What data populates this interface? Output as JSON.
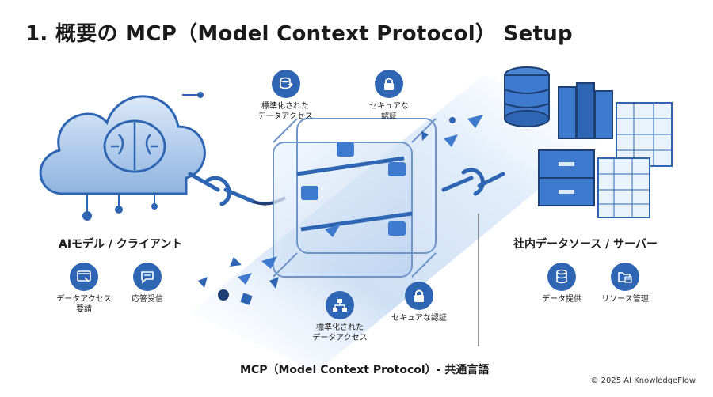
{
  "title": "1. 概要の MCP（Model Context Protocol） Setup",
  "left_section": {
    "heading": "AIモデル / クライアント",
    "items": [
      {
        "icon": "browser-request-icon",
        "label_line1": "データアクセス",
        "label_line2": "要請"
      },
      {
        "icon": "chat-response-icon",
        "label_line1": "応答受信",
        "label_line2": ""
      }
    ]
  },
  "top_features": [
    {
      "icon": "database-sync-icon",
      "label_line1": "標準化された",
      "label_line2": "データアクセス"
    },
    {
      "icon": "lock-icon",
      "label_line1": "セキュアな",
      "label_line2": "認証"
    }
  ],
  "bottom_features": [
    {
      "icon": "hierarchy-icon",
      "label_line1": "標準化された",
      "label_line2": "データアクセス"
    },
    {
      "icon": "lock-icon",
      "label_line1": "セキュアな認証",
      "label_line2": ""
    }
  ],
  "right_section": {
    "heading": "社内データソース / サーバー",
    "items": [
      {
        "icon": "database-icon",
        "label": "データ提供"
      },
      {
        "icon": "folder-table-icon",
        "label": "リソース管理"
      }
    ]
  },
  "footer": "MCP（Model Context Protocol）- 共通言語",
  "copyright": "© 2025 AI KnowledgeFlow",
  "colors": {
    "primary": "#2f66b3",
    "light": "#cfe0f5",
    "stream": "#e3eefb"
  }
}
